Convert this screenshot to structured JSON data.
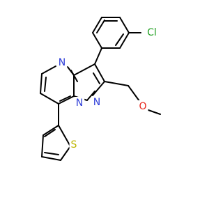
{
  "molecule": {
    "colors": {
      "bond": "#000000",
      "N": "#2c3cd8",
      "O": "#e8251b",
      "S": "#bdb500",
      "Cl": "#1f9f20"
    },
    "labels": {
      "cl": "Cl",
      "n4": "N",
      "n8": "N",
      "n1": "N",
      "o": "O",
      "s": "S"
    }
  }
}
